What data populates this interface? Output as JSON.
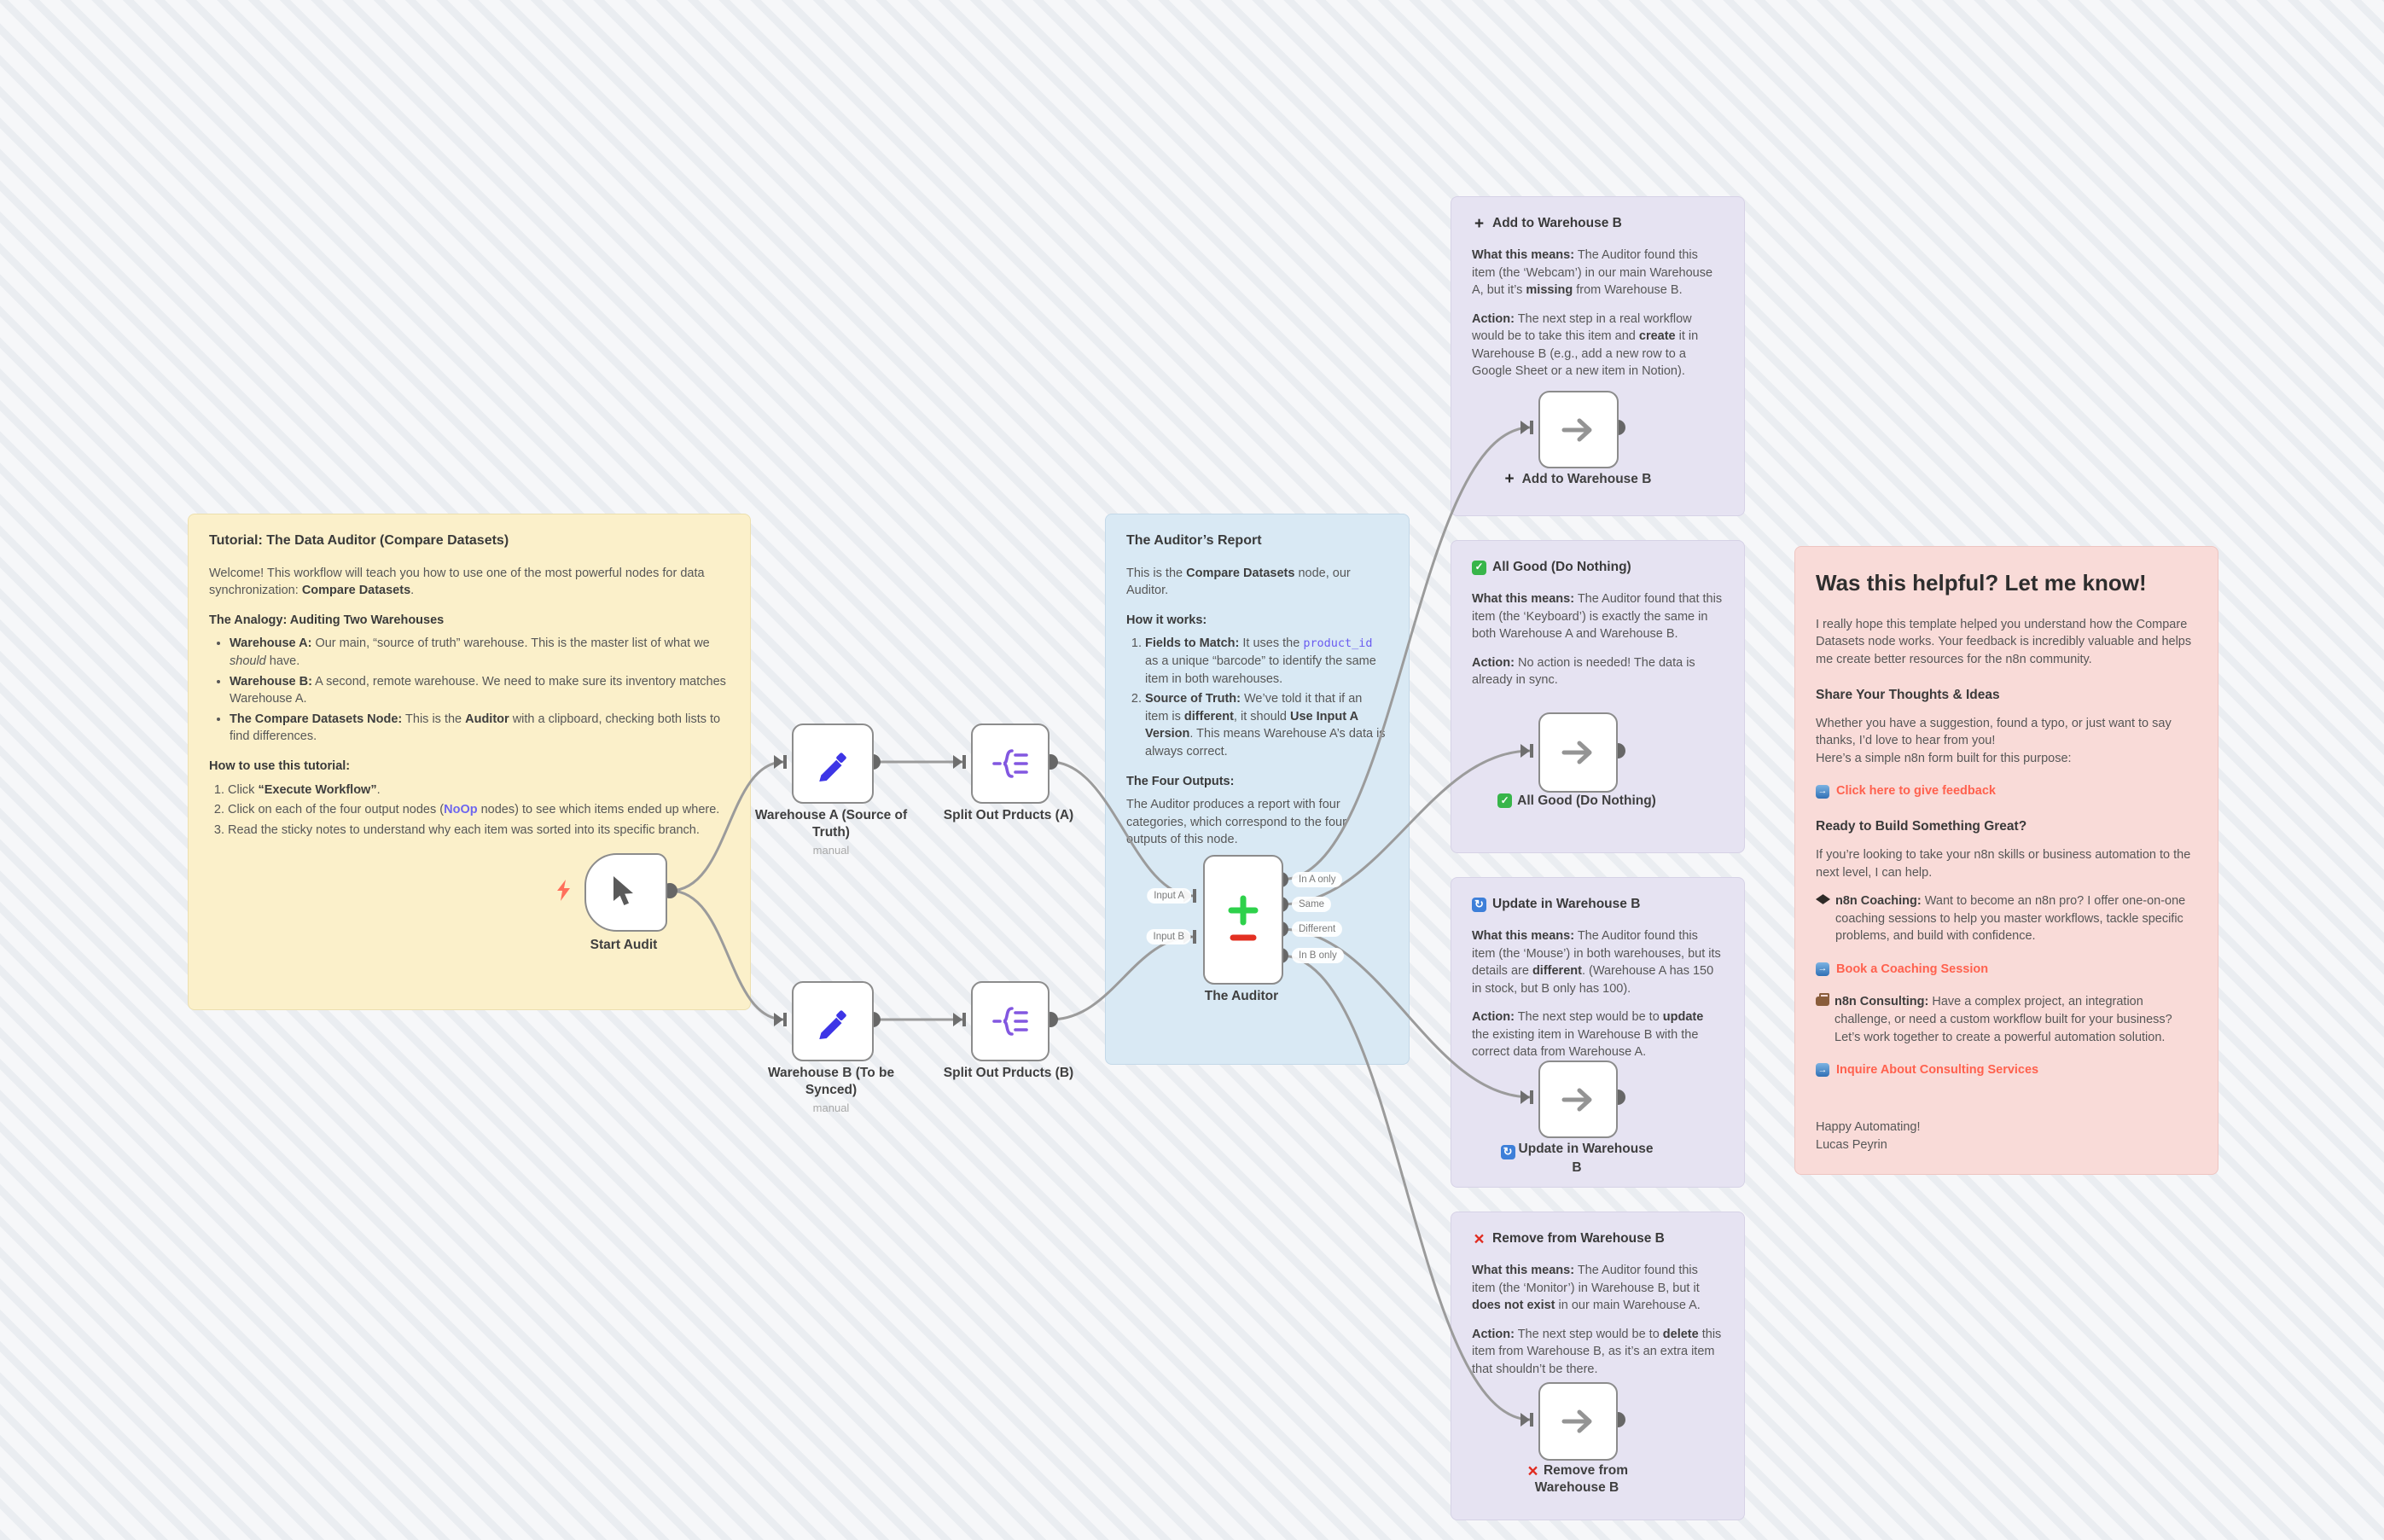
{
  "canvas": {
    "background": "#f6f7f9",
    "stripe": "#dfe3e9",
    "wire_color": "#9b9b9b",
    "accent_red": "#ff614e",
    "accent_indigo": "#6d66ee",
    "node_border": "#8c8c8c"
  },
  "icons": {
    "note_add": "plus",
    "note_allgood": "check",
    "note_update": "sync",
    "note_remove": "x",
    "link": "arrow-link",
    "coaching": "graduation-cap",
    "consulting": "briefcase",
    "start_bolt": "lightning-icon",
    "start": "cursor-icon",
    "warehouse": "pencil-icon",
    "split": "split-out-icon",
    "auditor": "compare-datasets-icon",
    "noop": "arrow-right-icon"
  },
  "notes": {
    "tutorial": {
      "title": "Tutorial: The Data Auditor (Compare Datasets)",
      "p1": [
        {
          "t": "Welcome! This workflow will teach you how to use one of the most powerful nodes for data synchronization: "
        },
        {
          "t": "Compare Datasets",
          "s": "b"
        },
        {
          "t": "."
        }
      ],
      "h_analogy": "The Analogy: Auditing Two Warehouses",
      "b1": [
        {
          "t": "Warehouse A:",
          "s": "b"
        },
        {
          "t": " Our main, “source of truth” warehouse. This is the master list of what we "
        },
        {
          "t": "should",
          "s": "i"
        },
        {
          "t": " have."
        }
      ],
      "b2": [
        {
          "t": "Warehouse B:",
          "s": "b"
        },
        {
          "t": " A second, remote warehouse. We need to make sure its inventory matches Warehouse A."
        }
      ],
      "b3": [
        {
          "t": "The Compare Datasets Node:",
          "s": "b"
        },
        {
          "t": " This is the "
        },
        {
          "t": "Auditor",
          "s": "b"
        },
        {
          "t": " with a clipboard, checking both lists to find differences."
        }
      ],
      "h_howto": "How to use this tutorial:",
      "o1": [
        {
          "t": "Click "
        },
        {
          "t": "“Execute Workflow”",
          "s": "b"
        },
        {
          "t": "."
        }
      ],
      "o2": [
        {
          "t": "Click on each of the four output nodes ("
        },
        {
          "t": "NoOp",
          "s": "link"
        },
        {
          "t": " nodes) to see which items ended up where."
        }
      ],
      "o3": [
        {
          "t": "Read the sticky notes to understand why each item was sorted into its specific branch."
        }
      ]
    },
    "report": {
      "title": "The Auditor’s Report",
      "p1": [
        {
          "t": "This is the "
        },
        {
          "t": "Compare Datasets",
          "s": "b"
        },
        {
          "t": " node, our Auditor."
        }
      ],
      "h_how": "How it works:",
      "o1": [
        {
          "t": "Fields to Match:",
          "s": "b"
        },
        {
          "t": " It uses the "
        },
        {
          "t": "product_id",
          "s": "code"
        },
        {
          "t": " as a unique “barcode” to identify the same item in both warehouses."
        }
      ],
      "o2": [
        {
          "t": "Source of Truth:",
          "s": "b"
        },
        {
          "t": " We’ve told it that if an item is "
        },
        {
          "t": "different",
          "s": "b"
        },
        {
          "t": ", it should "
        },
        {
          "t": "Use Input A Version",
          "s": "b"
        },
        {
          "t": ". This means Warehouse A’s data is always correct."
        }
      ],
      "h_outputs": "The Four Outputs:",
      "p2": [
        {
          "t": "The Auditor produces a report with four categories, which correspond to the four outputs of this node."
        }
      ]
    },
    "add": {
      "title": "Add to Warehouse B",
      "what": [
        {
          "t": "What this means:",
          "s": "b"
        },
        {
          "t": " The Auditor found this item (the ‘Webcam’) in our main Warehouse A, but it’s "
        },
        {
          "t": "missing",
          "s": "b"
        },
        {
          "t": " from Warehouse B."
        }
      ],
      "action": [
        {
          "t": "Action:",
          "s": "b"
        },
        {
          "t": " The next step in a real workflow would be to take this item and "
        },
        {
          "t": "create",
          "s": "b"
        },
        {
          "t": " it in Warehouse B (e.g., add a new row to a Google Sheet or a new item in Notion)."
        }
      ]
    },
    "allgood": {
      "title": "All Good (Do Nothing)",
      "what": [
        {
          "t": "What this means:",
          "s": "b"
        },
        {
          "t": " The Auditor found that this item (the ‘Keyboard’) is exactly the same in both Warehouse A and Warehouse B."
        }
      ],
      "action": [
        {
          "t": "Action:",
          "s": "b"
        },
        {
          "t": " No action is needed! The data is already in sync."
        }
      ]
    },
    "update": {
      "title": "Update in Warehouse B",
      "what": [
        {
          "t": "What this means:",
          "s": "b"
        },
        {
          "t": " The Auditor found this item (the ‘Mouse’) in both warehouses, but its details are "
        },
        {
          "t": "different",
          "s": "b"
        },
        {
          "t": ". (Warehouse A has 150 in stock, but B only has 100)."
        }
      ],
      "action": [
        {
          "t": "Action:",
          "s": "b"
        },
        {
          "t": " The next step would be to "
        },
        {
          "t": "update",
          "s": "b"
        },
        {
          "t": " the existing item in Warehouse B with the correct data from Warehouse A."
        }
      ]
    },
    "remove": {
      "title": "Remove from Warehouse B",
      "what": [
        {
          "t": "What this means:",
          "s": "b"
        },
        {
          "t": " The Auditor found this item (the ‘Monitor’) in Warehouse B, but it "
        },
        {
          "t": "does not exist",
          "s": "b"
        },
        {
          "t": " in our main Warehouse A."
        }
      ],
      "action": [
        {
          "t": "Action:",
          "s": "b"
        },
        {
          "t": " The next step would be to "
        },
        {
          "t": "delete",
          "s": "b"
        },
        {
          "t": " this item from Warehouse B, as it’s an extra item that shouldn’t be there."
        }
      ]
    },
    "feedback": {
      "title": "Was this helpful? Let me know!",
      "p1": "I really hope this template helped you understand how the Compare Datasets node works. Your feedback is incredibly valuable and helps me create better resources for the n8n community.",
      "h_share": "Share Your Thoughts & Ideas",
      "p2": "Whether you have a suggestion, found a typo, or just want to say thanks, I’d love to hear from you!",
      "p3": "Here’s a simple n8n form built for this purpose:",
      "link_feedback": "Click here to give feedback",
      "h_ready": "Ready to Build Something Great?",
      "p4": "If you’re looking to take your n8n skills or business automation to the next level, I can help.",
      "p5": [
        {
          "t": "n8n Coaching:",
          "s": "b"
        },
        {
          "t": " Want to become an n8n pro? I offer one-on-one coaching sessions to help you master workflows, tackle specific problems, and build with confidence."
        }
      ],
      "link_coaching": "Book a Coaching Session",
      "p6": [
        {
          "t": "n8n Consulting:",
          "s": "b"
        },
        {
          "t": " Have a complex project, an integration challenge, or need a custom workflow built for your business? Let’s work together to create a powerful automation solution."
        }
      ],
      "link_consulting": "Inquire About Consulting Services",
      "close1": "Happy Automating!",
      "close2": "Lucas Peyrin"
    }
  },
  "nodes": {
    "start": {
      "label": "Start Audit"
    },
    "warehouse_a": {
      "label": "Warehouse A (Source of Truth)",
      "sub": "manual"
    },
    "split_a": {
      "label": "Split Out Prducts (A)"
    },
    "warehouse_b": {
      "label": "Warehouse B (To be Synced)",
      "sub": "manual"
    },
    "split_b": {
      "label": "Split Out Prducts (B)"
    },
    "auditor": {
      "label": "The Auditor",
      "inputs": {
        "a": "Input A",
        "b": "Input B"
      },
      "outputs": {
        "o1": "In A only",
        "o2": "Same",
        "o3": "Different",
        "o4": "In B only"
      }
    },
    "add": {
      "label": "Add to Warehouse B"
    },
    "allgood": {
      "label": "All Good (Do Nothing)"
    },
    "update": {
      "label": "Update in Warehouse B"
    },
    "remove": {
      "label": "Remove from Warehouse B"
    }
  }
}
